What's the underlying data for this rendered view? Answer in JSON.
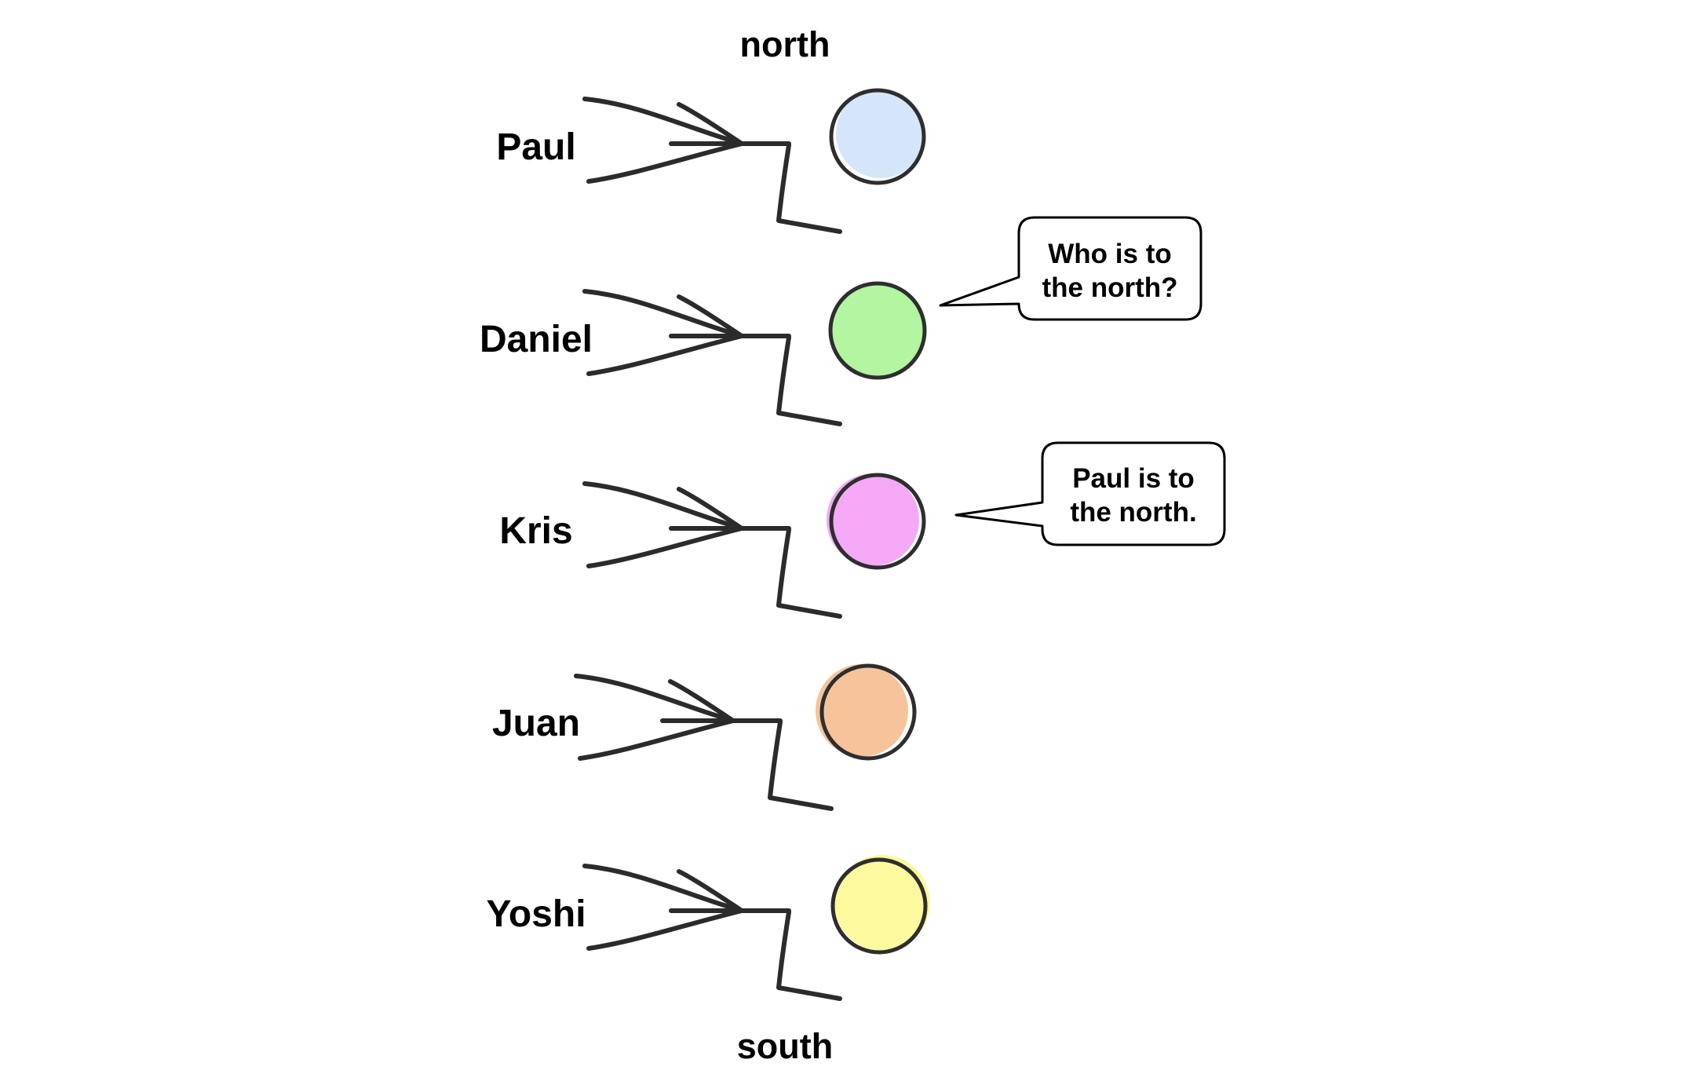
{
  "compass": {
    "north": "north",
    "south": "south"
  },
  "people": [
    {
      "name": "Paul",
      "head_color": "#d6e6fa"
    },
    {
      "name": "Daniel",
      "head_color": "#b3f5a0"
    },
    {
      "name": "Kris",
      "head_color": "#f3a9f5"
    },
    {
      "name": "Juan",
      "head_color": "#f6c39b"
    },
    {
      "name": "Yoshi",
      "head_color": "#fcf99e"
    }
  ],
  "bubbles": [
    {
      "speaker": "Daniel",
      "lines": [
        "Who is to",
        "the north?"
      ]
    },
    {
      "speaker": "Kris",
      "lines": [
        "Paul is to",
        "the north."
      ]
    }
  ]
}
